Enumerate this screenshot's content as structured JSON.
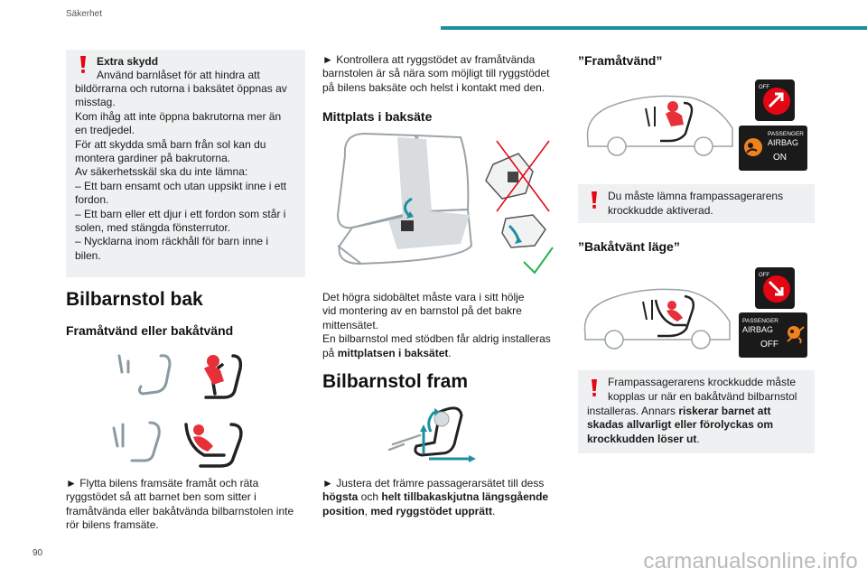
{
  "header": {
    "section": "Säkerhet"
  },
  "page_number": "90",
  "watermark": "carmanualsonline.info",
  "col1": {
    "box": {
      "title": "Extra skydd",
      "lines": [
        "Använd barnlåset för att hindra att",
        "bildörrarna och rutorna i baksätet öppnas av",
        "misstag.",
        "Kom ihåg att inte öppna bakrutorna mer än",
        "en tredjedel.",
        "För att skydda små barn från sol kan du",
        "montera gardiner på bakrutorna.",
        "Av säkerhetsskäl ska du inte lämna:",
        "–  Ett barn ensamt och utan uppsikt inne i ett",
        "fordon.",
        "–  Ett barn eller ett djur i ett fordon som står i",
        "solen, med stängda fönsterrutor.",
        "–  Nycklarna inom räckhåll för barn inne i",
        "bilen."
      ]
    },
    "heading": "Bilbarnstol bak",
    "subheading": "Framåtvänd eller bakåtvänd",
    "para": [
      "►  Flytta bilens framsäte framåt och räta",
      "ryggstödet så att barnet ben som sitter i",
      "framåtvända eller bakåtvända bilbarnstolen inte",
      "rör bilens framsäte."
    ]
  },
  "col2": {
    "intro": [
      "►  Kontrollera att ryggstödet av framåtvända",
      "barnstolen är så nära som möjligt till ryggstödet",
      "på bilens baksäte och helst i kontakt med den."
    ],
    "subheading": "Mittplats i baksäte",
    "para": [
      "Det högra sidobältet måste vara i sitt hölje",
      "vid montering av en barnstol på det bakre",
      "mittensätet.",
      "En bilbarnstol med stödben får aldrig installeras"
    ],
    "para_last_pre": "på ",
    "para_last_bold": "mittplatsen i baksätet",
    "para_last_post": ".",
    "heading": "Bilbarnstol fram",
    "final_line1": "►  Justera det främre passagerarsätet till dess",
    "final_b1": "högsta",
    "final_t1": " och ",
    "final_b2": "helt tillbakaskjutna längsgående",
    "final_b3": "position",
    "final_t2": ", ",
    "final_b4": "med ryggstödet upprätt",
    "final_t3": "."
  },
  "col3": {
    "fwd_heading": "”Framåtvänd”",
    "fwd_box": [
      "Du måste lämna frampassagerarens",
      "krockkudde aktiverad."
    ],
    "rear_heading": "”Bakåtvänt läge”",
    "rear_box_lines": [
      "Frampassagerarens krockkudde måste",
      "kopplas ur när en bakåtvänd bilbarnstol"
    ],
    "rear_box_t1": "installeras. Annars ",
    "rear_box_b1": "riskerar barnet att",
    "rear_box_b2": "skadas allvarligt eller förolyckas om",
    "rear_box_b3": "krockkudden löser ut",
    "rear_box_t2": "."
  },
  "airbag_on": {
    "line1": "PASSENGER",
    "line2": "AIRBAG",
    "state": "ON"
  },
  "airbag_off": {
    "line1": "PASSENGER",
    "line2": "AIRBAG",
    "state": "OFF"
  },
  "colors": {
    "accent": "#1f8fa0",
    "warning": "#e30613",
    "box_bg": "#eef0f1",
    "child": "#e8303a"
  }
}
